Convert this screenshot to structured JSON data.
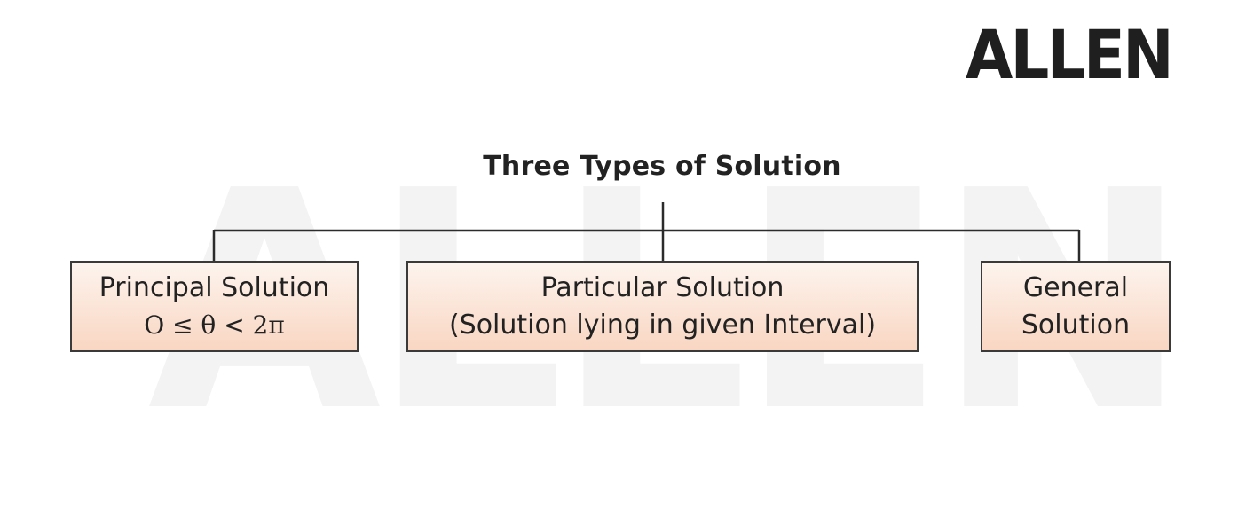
{
  "brand": {
    "logo_text": "ALLEN",
    "watermark_text": "ALLEN",
    "logo_color": "#1f1f1f",
    "watermark_color": "#f3f3f3"
  },
  "diagram": {
    "title": "Three Types of Solution",
    "nodes": [
      {
        "id": "principal",
        "line1": "Principal Solution",
        "line2": "O ≤ θ < 2π"
      },
      {
        "id": "particular",
        "line1": "Particular Solution",
        "line2": "(Solution lying in given Interval)"
      },
      {
        "id": "general",
        "line1": "General",
        "line2": "Solution"
      }
    ],
    "colors": {
      "box_fill_top": "#fdf4ee",
      "box_fill_bottom": "#f9d6c2",
      "box_border": "#3a3a3a",
      "connector": "#2b2b2b"
    }
  }
}
